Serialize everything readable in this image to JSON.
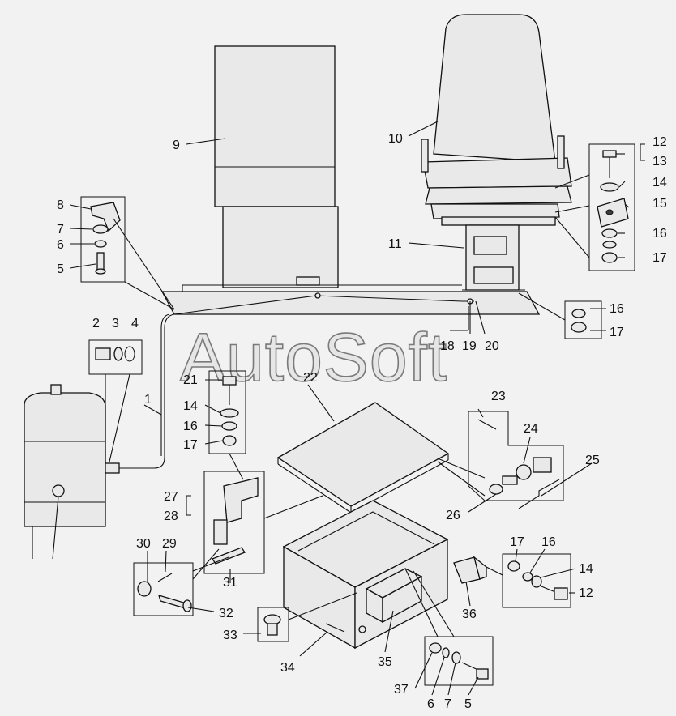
{
  "watermark": "AutoSoft",
  "labels": {
    "l1": "1",
    "l2": "2",
    "l3": "3",
    "l4": "4",
    "l5a": "5",
    "l6a": "6",
    "l7a": "7",
    "l8": "8",
    "l9": "9",
    "l10": "10",
    "l11": "11",
    "l12a": "12",
    "l13": "13",
    "l14a": "14",
    "l15": "15",
    "l16a": "16",
    "l17a": "17",
    "l16b": "16",
    "l17b": "17",
    "l18": "18",
    "l19": "19",
    "l20": "20",
    "l21": "21",
    "l14b": "14",
    "l16c": "16",
    "l17c": "17",
    "l22": "22",
    "l23": "23",
    "l24": "24",
    "l25": "25",
    "l26": "26",
    "l27": "27",
    "l28": "28",
    "l29": "29",
    "l30": "30",
    "l31": "31",
    "l32": "32",
    "l33": "33",
    "l34": "34",
    "l35": "35",
    "l36": "36",
    "l17d": "17",
    "l16d": "16",
    "l14c": "14",
    "l12b": "12",
    "l37": "37",
    "l6b": "6",
    "l7b": "7",
    "l5b": "5"
  }
}
